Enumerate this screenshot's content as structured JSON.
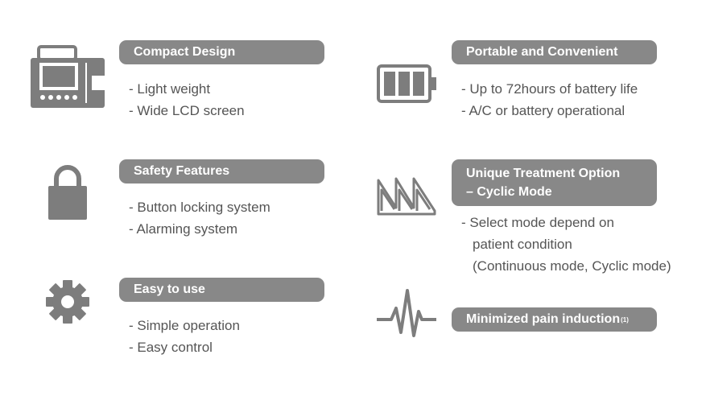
{
  "features": [
    {
      "icon": "device-monitor-icon",
      "title": "Compact Design",
      "items": [
        "- Light weight",
        "- Wide LCD screen"
      ]
    },
    {
      "icon": "battery-icon",
      "title": "Portable and Convenient",
      "items": [
        "- Up to 72hours of battery life",
        "- A/C or battery operational"
      ]
    },
    {
      "icon": "lock-icon",
      "title": "Safety Features",
      "items": [
        "- Button locking system",
        "- Alarming system"
      ]
    },
    {
      "icon": "cyclic-wave-icon",
      "title_line1": "Unique Treatment Option",
      "title_line2": "– Cyclic Mode",
      "items": [
        "- Select mode depend on",
        "patient condition",
        "(Continuous mode, Cyclic mode)"
      ]
    },
    {
      "icon": "gear-icon",
      "title": "Easy to use",
      "items": [
        "- Simple operation",
        "- Easy control"
      ]
    },
    {
      "icon": "pulse-icon",
      "title": "Minimized pain induction",
      "footnote": "(1)"
    }
  ],
  "colors": {
    "pill_bg": "#888888",
    "icon": "#7d7d7d",
    "text": "#555555"
  }
}
